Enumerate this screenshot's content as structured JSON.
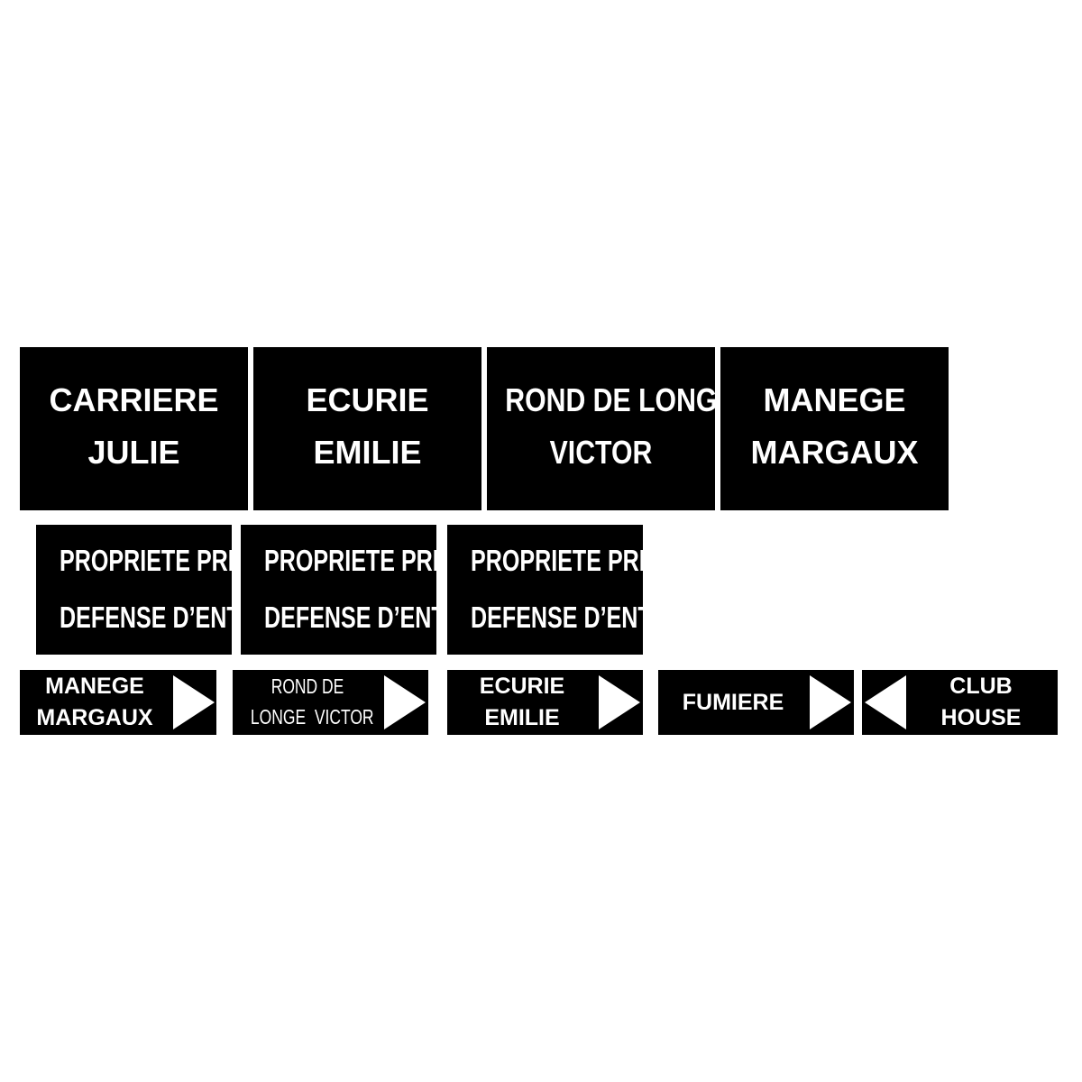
{
  "colors": {
    "background": "#ffffff",
    "sign_fill": "#000000",
    "text": "#ffffff"
  },
  "large_signs": [
    {
      "line1": "CARRIERE",
      "line2": "JULIE"
    },
    {
      "line1": "ECURIE",
      "line2": "EMILIE"
    },
    {
      "line1": "ROND DE LONGE",
      "line2": "VICTOR"
    },
    {
      "line1": "MANEGE",
      "line2": "MARGAUX"
    }
  ],
  "private_signs": [
    {
      "line1": "PROPRIETE PRIVEE",
      "line2": "DEFENSE D’ENTRER"
    },
    {
      "line1": "PROPRIETE PRIVEE",
      "line2": "DEFENSE D’ENTRER"
    },
    {
      "line1": "PROPRIETE PRIVEE",
      "line2": "DEFENSE D’ENTRER"
    }
  ],
  "direction_signs": [
    {
      "line1": "MANEGE",
      "line2": "MARGAUX",
      "arrow": "arrow-right-icon"
    },
    {
      "line1": "ROND DE",
      "line2": "LONGE  VICTOR",
      "arrow": "arrow-right-icon"
    },
    {
      "line1": "ECURIE",
      "line2": "EMILIE",
      "arrow": "arrow-right-icon"
    },
    {
      "line1": "FUMIERE",
      "arrow": "arrow-right-icon"
    },
    {
      "line1": "CLUB",
      "line2": "HOUSE",
      "arrow": "arrow-left-icon"
    }
  ]
}
